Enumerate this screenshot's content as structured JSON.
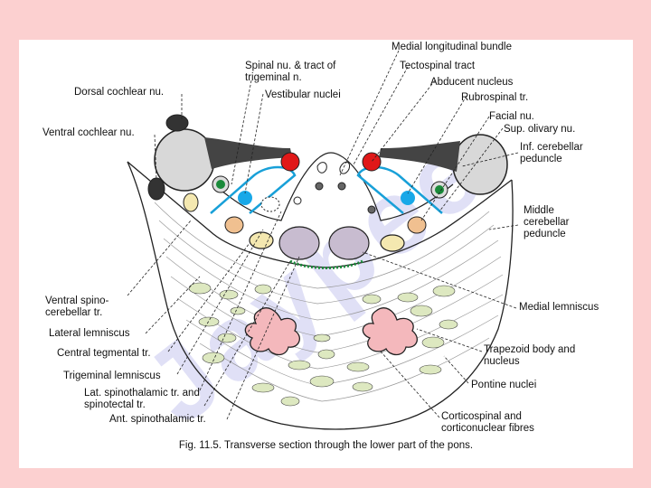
{
  "figure": {
    "caption": "Fig. 11.5. Transverse section through the lower part of the pons.",
    "watermark": "Jaypee",
    "labels": {
      "medial_longitudinal_bundle": "Medial longitudinal bundle",
      "tectospinal_tract": "Tectospinal tract",
      "abducent_nucleus": "Abducent nucleus",
      "rubrospinal_tr": "Rubrospinal tr.",
      "facial_nu": "Facial nu.",
      "sup_olivary_nu": "Sup. olivary nu.",
      "inf_cerebellar_peduncle": "Inf. cerebellar peduncle",
      "middle_cerebellar_peduncle": "Middle cerebellar peduncle",
      "medial_lemniscus": "Medial lemniscus",
      "trapezoid_body": "Trapezoid body and nucleus",
      "pontine_nuclei": "Pontine nuclei",
      "corticospinal": "Corticospinal and corticonuclear fibres",
      "spinal_nu_trigeminal": "Spinal nu. & tract of trigeminal n.",
      "vestibular_nuclei": "Vestibular nuclei",
      "dorsal_cochlear_nu": "Dorsal cochlear nu.",
      "ventral_cochlear_nu": "Ventral cochlear nu.",
      "ventral_spinocerebellar_tr": "Ventral spino- cerebellar tr.",
      "lateral_lemniscus": "Lateral lemniscus",
      "central_tegmental_tr": "Central tegmental tr.",
      "trigeminal_lemniscus": "Trigeminal lemniscus",
      "lat_spinothalamic": "Lat. spinothalamic tr. and spinotectal tr.",
      "ant_spinothalamic": "Ant. spinothalamic tr."
    },
    "colors": {
      "facial_nucleus": "#e01818",
      "abducent_nucleus": "#18a8e8",
      "vestibular_green": "#1a8a3a",
      "fibre_line": "#18a0d8",
      "pontine_fill": "#f4b8bc",
      "cochlear_grey": "#d8d8d8",
      "watermark": "#c8c8f0",
      "fibre_bundle": "#dde8c0"
    }
  }
}
